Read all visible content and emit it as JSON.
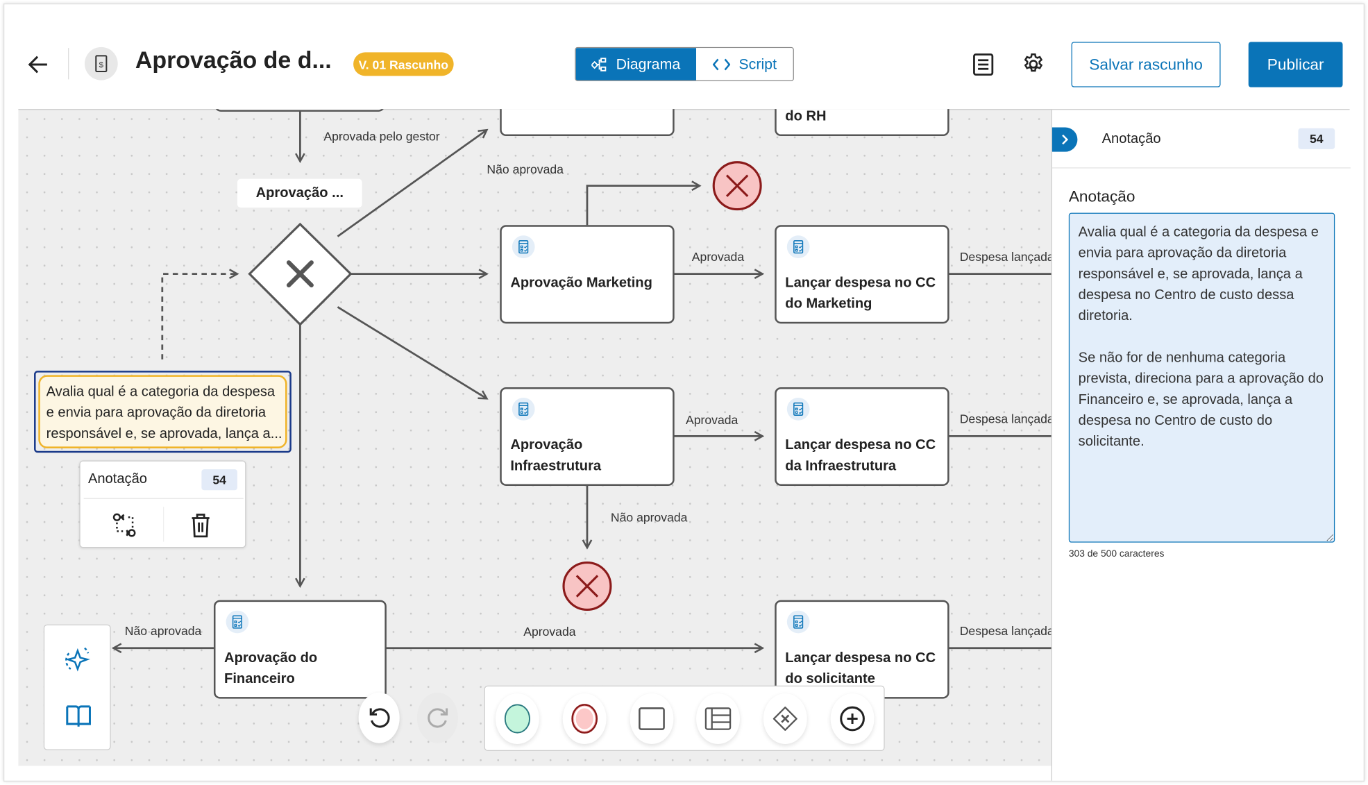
{
  "header": {
    "title": "Aprovação de d...",
    "version_badge": "V. 01 Rascunho",
    "tabs": [
      {
        "label": "Diagrama",
        "active": true
      },
      {
        "label": "Script",
        "active": false
      }
    ],
    "save_label": "Salvar rascunho",
    "publish_label": "Publicar"
  },
  "colors": {
    "primary": "#0a74b8",
    "badge": "#f0b429",
    "annotation_border": "#1a3a8a",
    "end_event": "#f8c4c4"
  },
  "diagram": {
    "nodes": {
      "top_right": "do RH",
      "marketing": "Aprovação Marketing",
      "lancar_marketing": [
        "Lançar despesa no CC",
        "do Marketing"
      ],
      "infra": [
        "Aprovação",
        "Infraestrutura"
      ],
      "lancar_infra": [
        "Lançar despesa no CC",
        "da Infraestrutura"
      ],
      "financeiro": [
        "Aprovação do",
        "Financeiro"
      ],
      "lancar_solicitante": [
        "Lançar despesa no CC",
        "do solicitante"
      ],
      "gateway_label": "Aprovação ..."
    },
    "edge_labels": {
      "gestor": "Aprovada pelo gestor",
      "nao_top": "Não aprovada",
      "aprov_mkt": "Aprovada",
      "desp_mkt": "Despesa lançada",
      "aprov_infra": "Aprovada",
      "desp_infra": "Despesa lançada",
      "nao_infra": "Não aprovada",
      "nao_fin": "Não aprovada",
      "aprov_fin": "Aprovada",
      "desp_sol": "Despesa lançada"
    },
    "annotation_preview": [
      "Avalia qual é a categoria da despesa",
      "e envia para aprovação da diretoria",
      "responsável e, se aprovada, lança a..."
    ]
  },
  "context_menu": {
    "title": "Anotação",
    "id": "54"
  },
  "panel": {
    "header_title": "Anotação",
    "header_id": "54",
    "field_label": "Anotação",
    "text": "Avalia qual é a categoria da despesa e envia para aprovação da diretoria responsável e, se aprovada, lança a despesa no Centro de custo dessa diretoria.\n\nSe não for de nenhuma categoria prevista, direciona para a aprovação do Financeiro e, se aprovada, lança a despesa no Centro de custo do solicitante.",
    "counter": "303 de 500 caracteres"
  }
}
